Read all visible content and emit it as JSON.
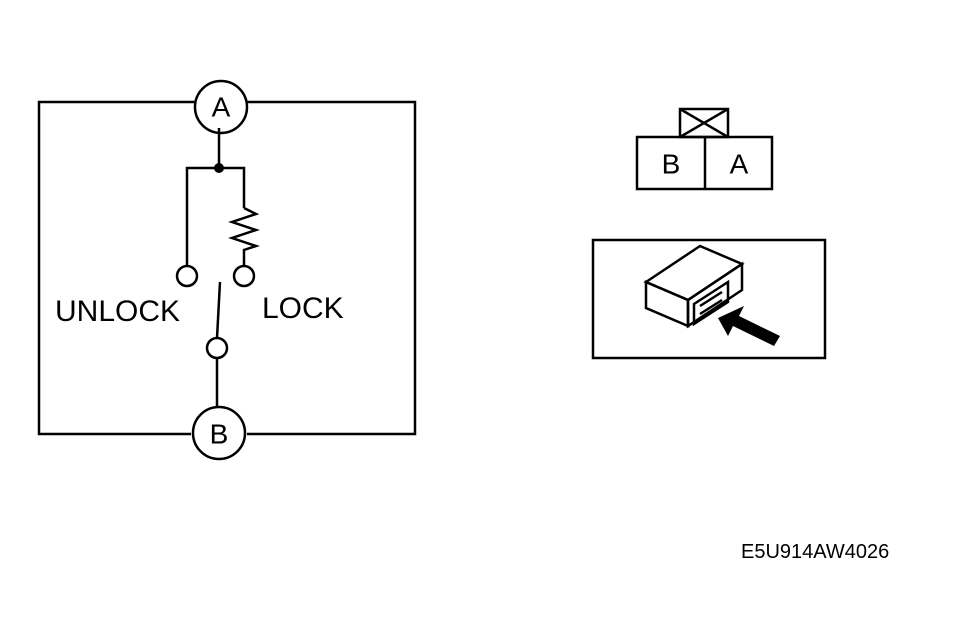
{
  "switch_diagram": {
    "terminal_top": "A",
    "terminal_bottom": "B",
    "unlock_label": "UNLOCK",
    "lock_label": "LOCK"
  },
  "connector": {
    "pin_left": "B",
    "pin_right": "A"
  },
  "figure_code": "E5U914AW4026"
}
